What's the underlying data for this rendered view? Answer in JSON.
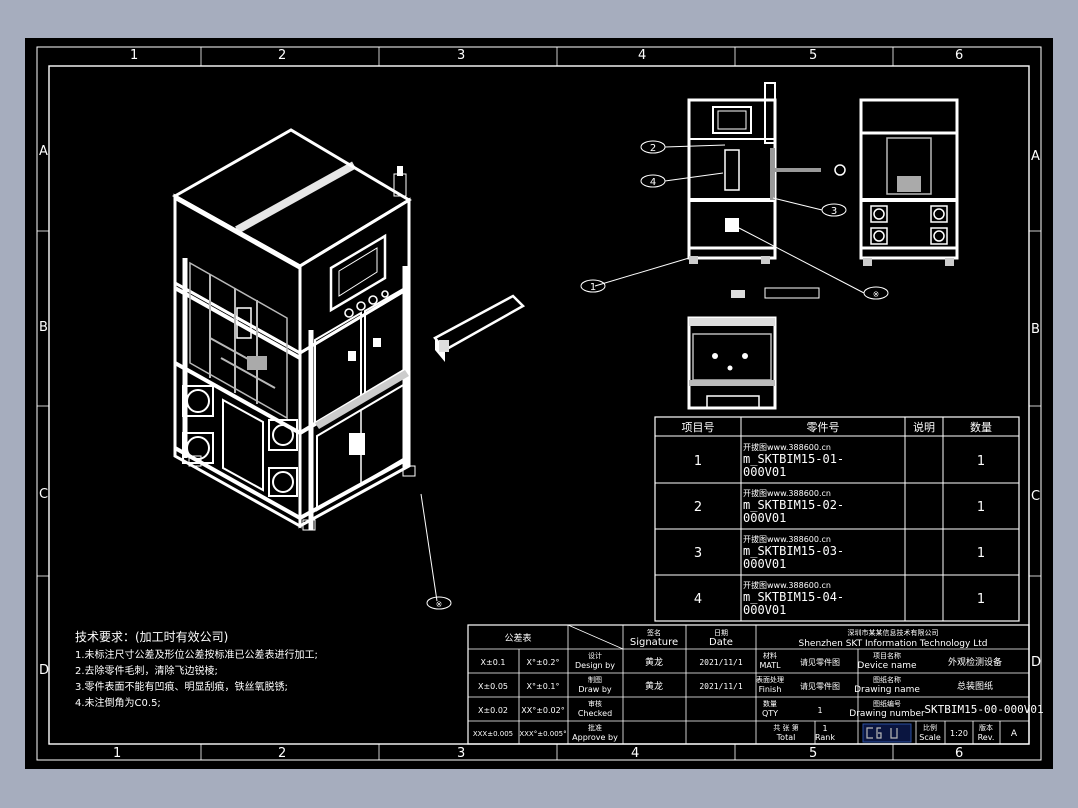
{
  "zones": {
    "cols_top": [
      "1",
      "2",
      "3",
      "4",
      "5",
      "6"
    ],
    "cols_bottom": [
      "1",
      "2",
      "3",
      "4",
      "5",
      "6"
    ],
    "rows": [
      "A",
      "B",
      "C",
      "D"
    ]
  },
  "callouts": [
    "2",
    "4",
    "3",
    "1",
    "※",
    "※"
  ],
  "bom": {
    "headers": [
      "项目号",
      "零件号",
      "说明",
      "数量"
    ],
    "rows": [
      {
        "item": "1",
        "line1": "开拔图www.388600.cn",
        "line2": "m_SKTBIM15-01-",
        "line3": "000V01",
        "qty": "1"
      },
      {
        "item": "2",
        "line1": "开拔图www.388600.cn",
        "line2": "m_SKTBIM15-02-",
        "line3": "000V01",
        "qty": "1"
      },
      {
        "item": "3",
        "line1": "开拔图www.388600.cn",
        "line2": "m_SKTBIM15-03-",
        "line3": "000V01",
        "qty": "1"
      },
      {
        "item": "4",
        "line1": "开拔图www.388600.cn",
        "line2": "m_SKTBIM15-04-",
        "line3": "000V01",
        "qty": "1"
      }
    ]
  },
  "notes": {
    "title": "技术要求：(加工时有效公司)",
    "lines": [
      "1.未标注尺寸公差及形位公差按标准已公差表进行加工;",
      "2.去除零件毛刺，清除飞边锐棱;",
      "3.零件表面不能有凹痕、明显刮痕，铁丝氧脱锈;",
      "4.未注倒角为C0.5;"
    ]
  },
  "title_block": {
    "tol_header": "公差表",
    "tols": [
      [
        "X±0.1",
        "X°±0.2°"
      ],
      [
        "X±0.05",
        "X°±0.1°"
      ],
      [
        "X±0.02",
        "XX°±0.02°"
      ],
      [
        "XXX±0.005",
        "XXX°±0.005°"
      ]
    ],
    "roles": [
      {
        "cn": "设计",
        "en": "Design by"
      },
      {
        "cn": "制图",
        "en": "Draw by"
      },
      {
        "cn": "审核",
        "en": "Checked"
      },
      {
        "cn": "批准",
        "en": "Approve by"
      }
    ],
    "signature": {
      "cn": "签名",
      "en": "Signature"
    },
    "date": {
      "cn": "日期",
      "en": "Date"
    },
    "names": [
      "黄龙",
      "黄龙"
    ],
    "dates": [
      "2021/11/1",
      "2021/11/1"
    ],
    "company_cn": "深圳市某某信息技术有限公司",
    "company_en": "Shenzhen SKT Information Technology Ltd",
    "matl": {
      "cn": "材料",
      "en": "MATL",
      "value": "请见零件图"
    },
    "finish": {
      "cn": "表面处理",
      "en": "Finish",
      "value": "请见零件图"
    },
    "qty": {
      "cn": "数量",
      "en": "QTY",
      "value": "1"
    },
    "device_name": {
      "cn": "项目名称",
      "en": "Device name",
      "value": "外观检测设备"
    },
    "drawing_name": {
      "cn": "图纸名称",
      "en": "Drawing name",
      "value": "总装图纸"
    },
    "drawing_number": {
      "cn": "图纸编号",
      "en": "Drawing number",
      "value": "SKTBIM15-00-000V01"
    },
    "total": {
      "cn": "共 张 第",
      "en": "Total",
      "value": "1"
    },
    "rank": {
      "en": "Rank"
    },
    "scale": {
      "cn": "比例",
      "en": "Scale",
      "value": "1:20"
    },
    "rev": {
      "cn": "版本",
      "en": "Rev.",
      "value": "A"
    }
  },
  "colors": {
    "background": "#a6adbe",
    "sheet": "#000000",
    "line": "#ffffff",
    "shade": "#9a9a9a"
  }
}
